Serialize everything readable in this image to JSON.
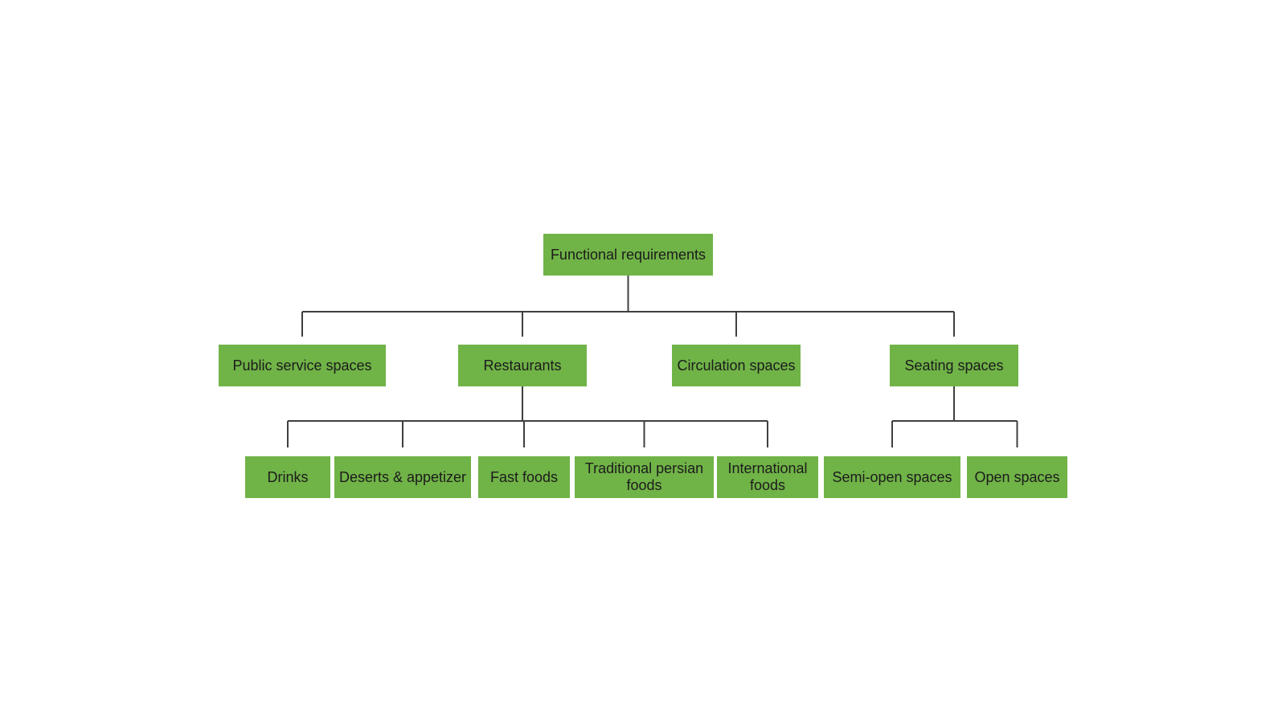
{
  "tree": {
    "label": "Functional requirements",
    "children": [
      {
        "label": "Public service spaces",
        "children": []
      },
      {
        "label": "Restaurants",
        "children": [
          {
            "label": "Drinks"
          },
          {
            "label": "Deserts & appetizer"
          },
          {
            "label": "Fast foods"
          },
          {
            "label": "Traditional persian foods"
          },
          {
            "label": "International foods"
          }
        ]
      },
      {
        "label": "Circulation spaces",
        "children": []
      },
      {
        "label": "Seating spaces",
        "children": [
          {
            "label": "Semi-open spaces"
          },
          {
            "label": "Open spaces"
          }
        ]
      }
    ]
  },
  "colors": {
    "node_fill": "#70B347",
    "node_text": "#1c1c1c",
    "connector": "#3f3f3f",
    "page_bg": "#ffffff"
  }
}
